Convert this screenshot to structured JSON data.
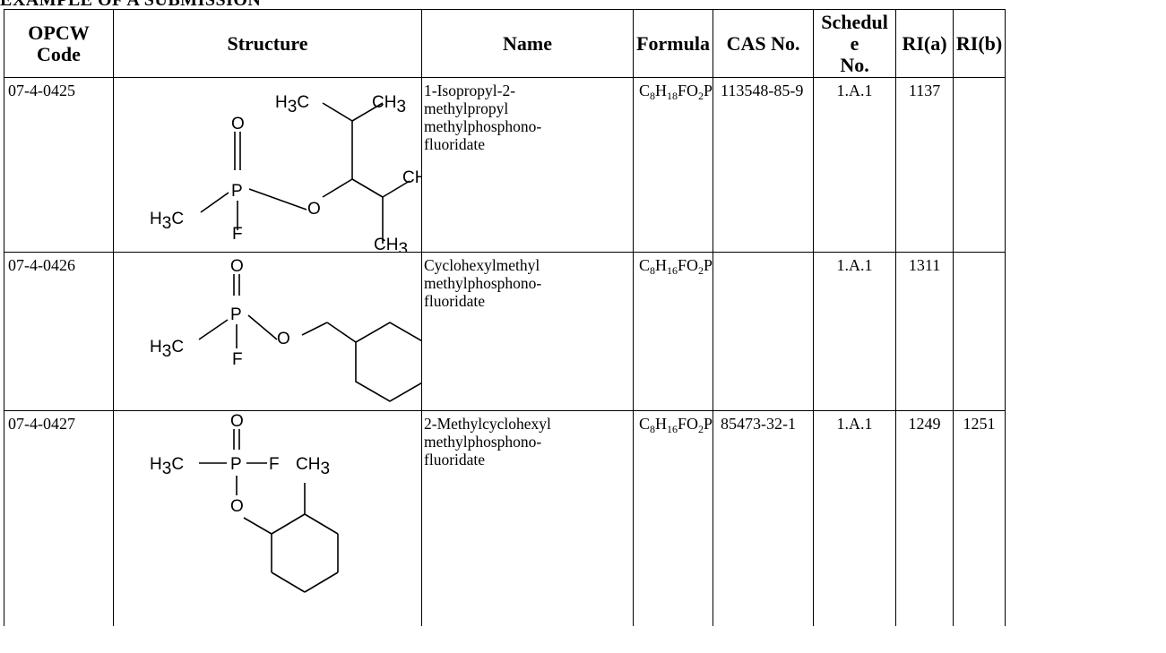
{
  "page_title": "EXAMPLE OF A SUBMISSION",
  "table": {
    "headers": {
      "code": [
        "OPCW",
        "Code"
      ],
      "structure": "Structure",
      "name": "Name",
      "formula": "Formula",
      "cas": "CAS No.",
      "schedule": [
        "Schedul",
        "e",
        "No."
      ],
      "ria": "RI(a)",
      "rib": "RI(b)"
    },
    "rows": [
      {
        "code": "07-4-0425",
        "name_lines": [
          "1-Isopropyl-2-",
          "methylpropyl",
          "methylphosphono-",
          "fluoridate"
        ],
        "formula": {
          "c": "8",
          "h": "18"
        },
        "cas": "113548-85-9",
        "schedule": "1.A.1",
        "ria": "1137",
        "rib": ""
      },
      {
        "code": "07-4-0426",
        "name_lines": [
          "Cyclohexylmethyl",
          "methylphosphono-",
          "fluoridate"
        ],
        "formula": {
          "c": "8",
          "h": "16"
        },
        "cas": "",
        "schedule": "1.A.1",
        "ria": "1311",
        "rib": ""
      },
      {
        "code": "07-4-0427",
        "name_lines": [
          "2-Methylcyclohexyl",
          "methylphosphono-",
          "fluoridate"
        ],
        "formula": {
          "c": "8",
          "h": "16"
        },
        "cas": "85473-32-1",
        "schedule": "1.A.1",
        "ria": "1249",
        "rib": "1251"
      }
    ],
    "formula_parts": {
      "c": "C",
      "h": "H",
      "rest": "FO",
      "o_sub": "2",
      "p": "P"
    },
    "atom_labels": {
      "h3c": "H",
      "ch3": "CH",
      "three": "3",
      "o": "O",
      "p": "P",
      "f": "F"
    }
  }
}
